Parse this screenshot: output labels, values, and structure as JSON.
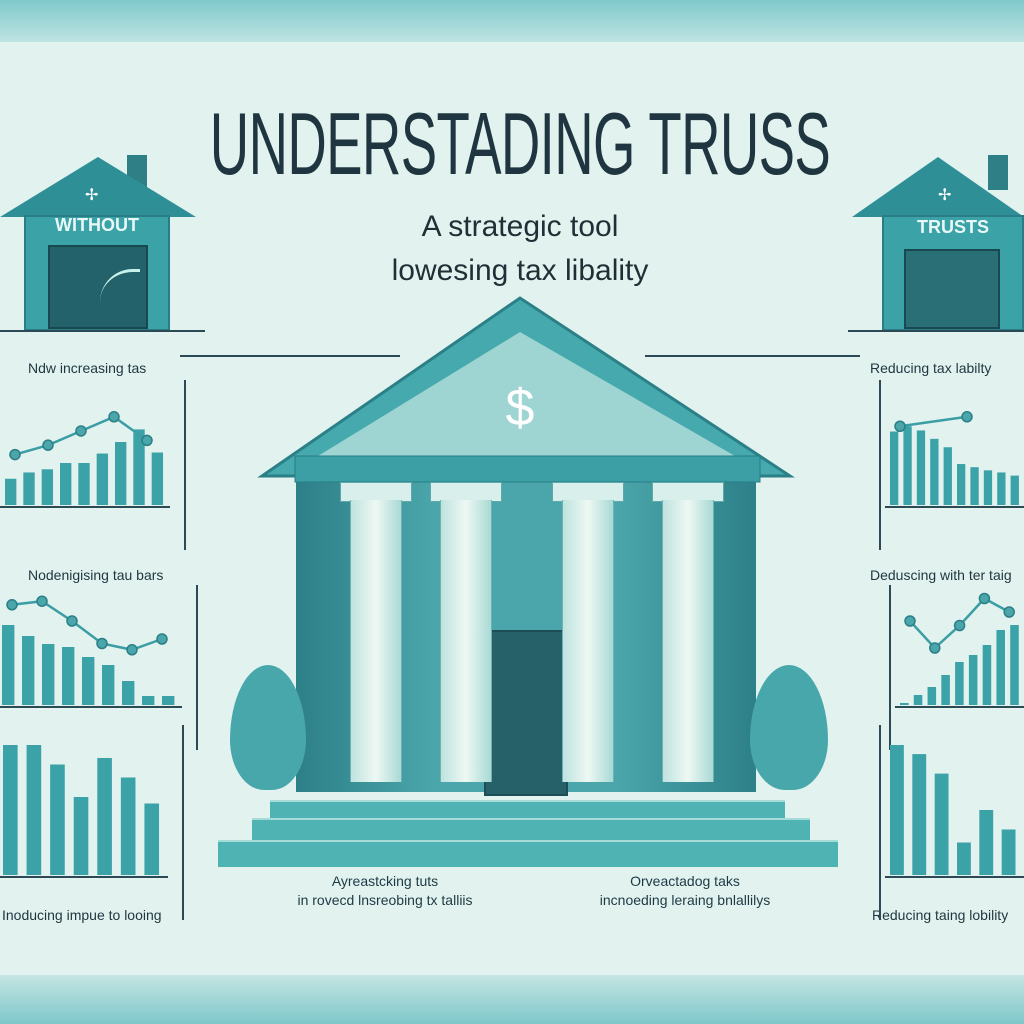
{
  "header": {
    "title": "UNDERSTADING TRUSS",
    "subtitle_line1": "A strategic tool",
    "subtitle_line2": "lowesing tax libality"
  },
  "houses": {
    "left_label": "WITHOUT",
    "right_label": "TRUSTS"
  },
  "temple": {
    "symbol": "$"
  },
  "left_panels": [
    {
      "label": "Ndw increasing tas"
    },
    {
      "label": "Nodenigising tau bars"
    },
    {
      "label": "Inoducing impue to looing"
    }
  ],
  "right_panels": [
    {
      "label": "Reducing tax labilty"
    },
    {
      "label": "Deduscing with ter taig"
    },
    {
      "label": "Reducing taing lobility"
    }
  ],
  "bottom_captions": {
    "left_line1": "Ayreastcking tuts",
    "left_line2": "in rovecd lnsreobing tx talliis",
    "right_line1": "Orveactadog taks",
    "right_line2": "incnoeding leraing bnlallilys"
  },
  "chart_data": [
    {
      "type": "bar",
      "name": "left-1",
      "values": [
        25,
        31,
        34,
        40,
        40,
        49,
        60,
        72,
        50
      ],
      "line": [
        20,
        30,
        45,
        60,
        35
      ]
    },
    {
      "type": "bar",
      "name": "left-2",
      "values": [
        80,
        69,
        61,
        58,
        48,
        40,
        24,
        9,
        9
      ],
      "line": [
        78,
        82,
        60,
        35,
        28,
        40
      ]
    },
    {
      "type": "bar",
      "name": "left-3",
      "values": [
        100,
        100,
        85,
        60,
        90,
        75,
        55
      ]
    },
    {
      "type": "bar",
      "name": "right-1",
      "values": [
        70,
        75,
        71,
        63,
        55,
        39,
        36,
        33,
        31,
        28
      ],
      "line": [
        50,
        60
      ]
    },
    {
      "type": "bar",
      "name": "right-2",
      "values": [
        2,
        10,
        18,
        30,
        43,
        50,
        60,
        75,
        80
      ],
      "line": [
        60,
        30,
        55,
        85,
        70
      ]
    },
    {
      "type": "bar",
      "name": "right-3",
      "values": [
        100,
        93,
        78,
        25,
        50,
        35
      ]
    }
  ],
  "colors": {
    "teal": "#3ba2a8",
    "dark": "#1f3641",
    "bg": "#e2f2ef"
  }
}
